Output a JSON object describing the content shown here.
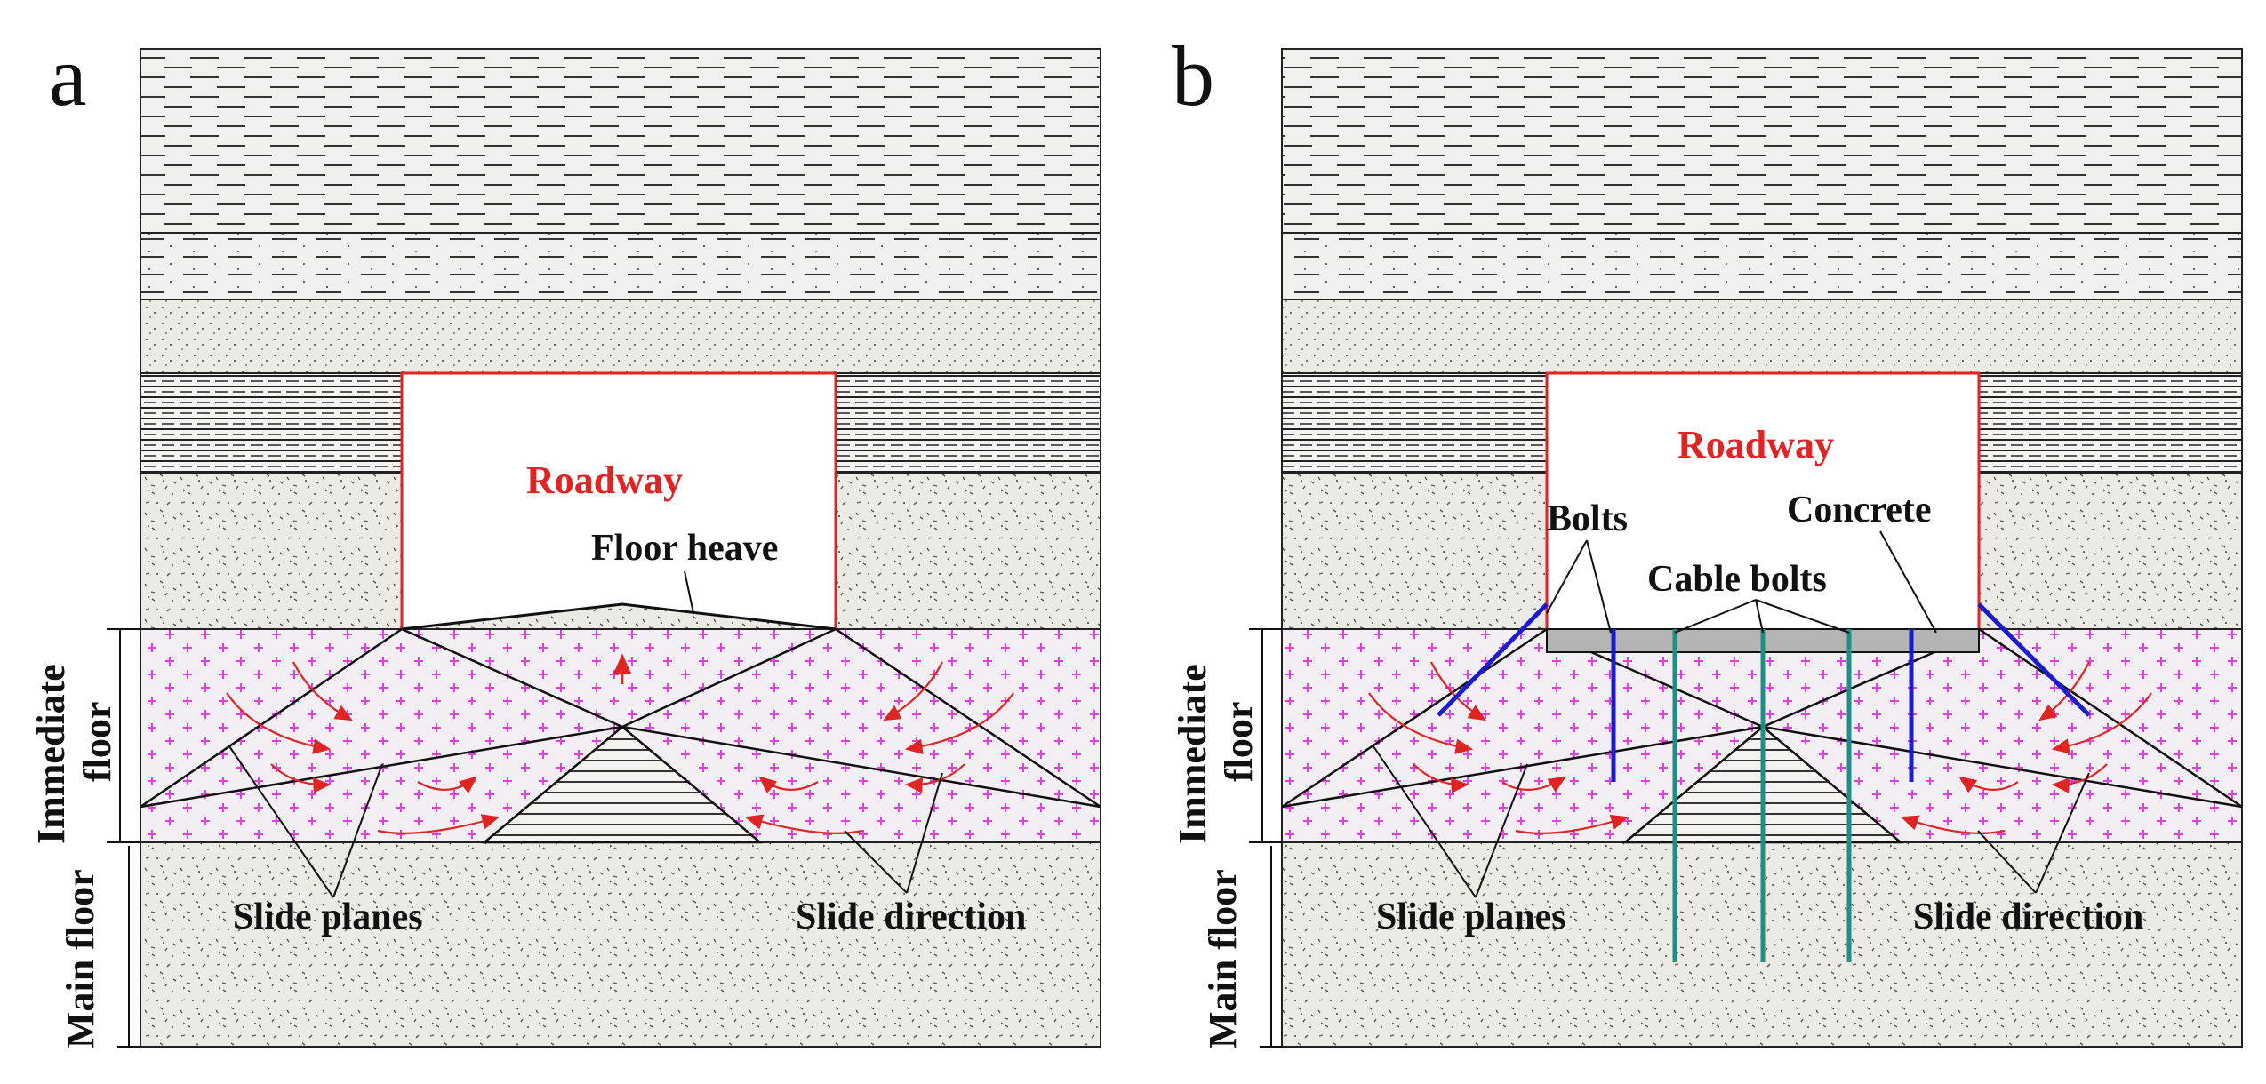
{
  "panels": {
    "a": {
      "letter": "a",
      "roadway": "Roadway",
      "floor_heave": "Floor heave",
      "slide_planes": "Slide planes",
      "slide_direction": "Slide direction",
      "immediate_floor": "Immediate floor",
      "immediate_floor_l1": "Immediate",
      "immediate_floor_l2": "floor",
      "main_floor": "Main floor"
    },
    "b": {
      "letter": "b",
      "roadway": "Roadway",
      "bolts": "Bolts",
      "concrete": "Concrete",
      "cable_bolts": "Cable bolts",
      "slide_planes": "Slide planes",
      "slide_direction": "Slide direction",
      "immediate_floor": "Immediate floor",
      "immediate_floor_l1": "Immediate",
      "immediate_floor_l2": "floor",
      "main_floor": "Main floor"
    }
  },
  "colors": {
    "rock_fill": "#eceae4",
    "immediate_floor_fill": "#f2eef4",
    "plus_marks": "#e040e0",
    "roadway_outline": "#e02424",
    "arrows": "#e02424",
    "bolts": "#1a1ad0",
    "cable_bolts": "#1f8f86",
    "concrete": "#b4b4b4"
  }
}
